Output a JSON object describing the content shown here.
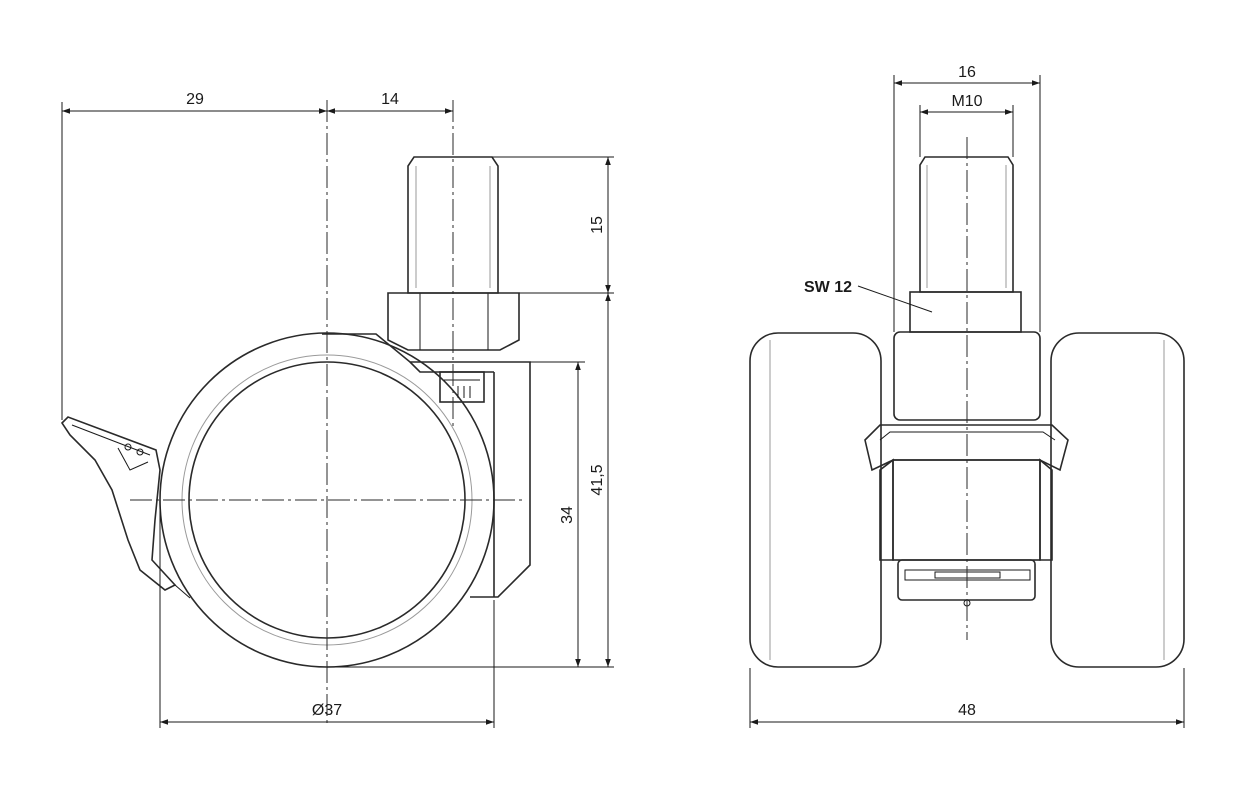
{
  "side_view": {
    "dims": {
      "width_29": "29",
      "width_14": "14",
      "height_15": "15",
      "height_41_5": "41,5",
      "height_34": "34",
      "diameter_37": "Ø37"
    }
  },
  "front_view": {
    "dims": {
      "width_16": "16",
      "thread_m10": "M10",
      "hex_sw12": "SW 12",
      "width_48": "48"
    }
  }
}
